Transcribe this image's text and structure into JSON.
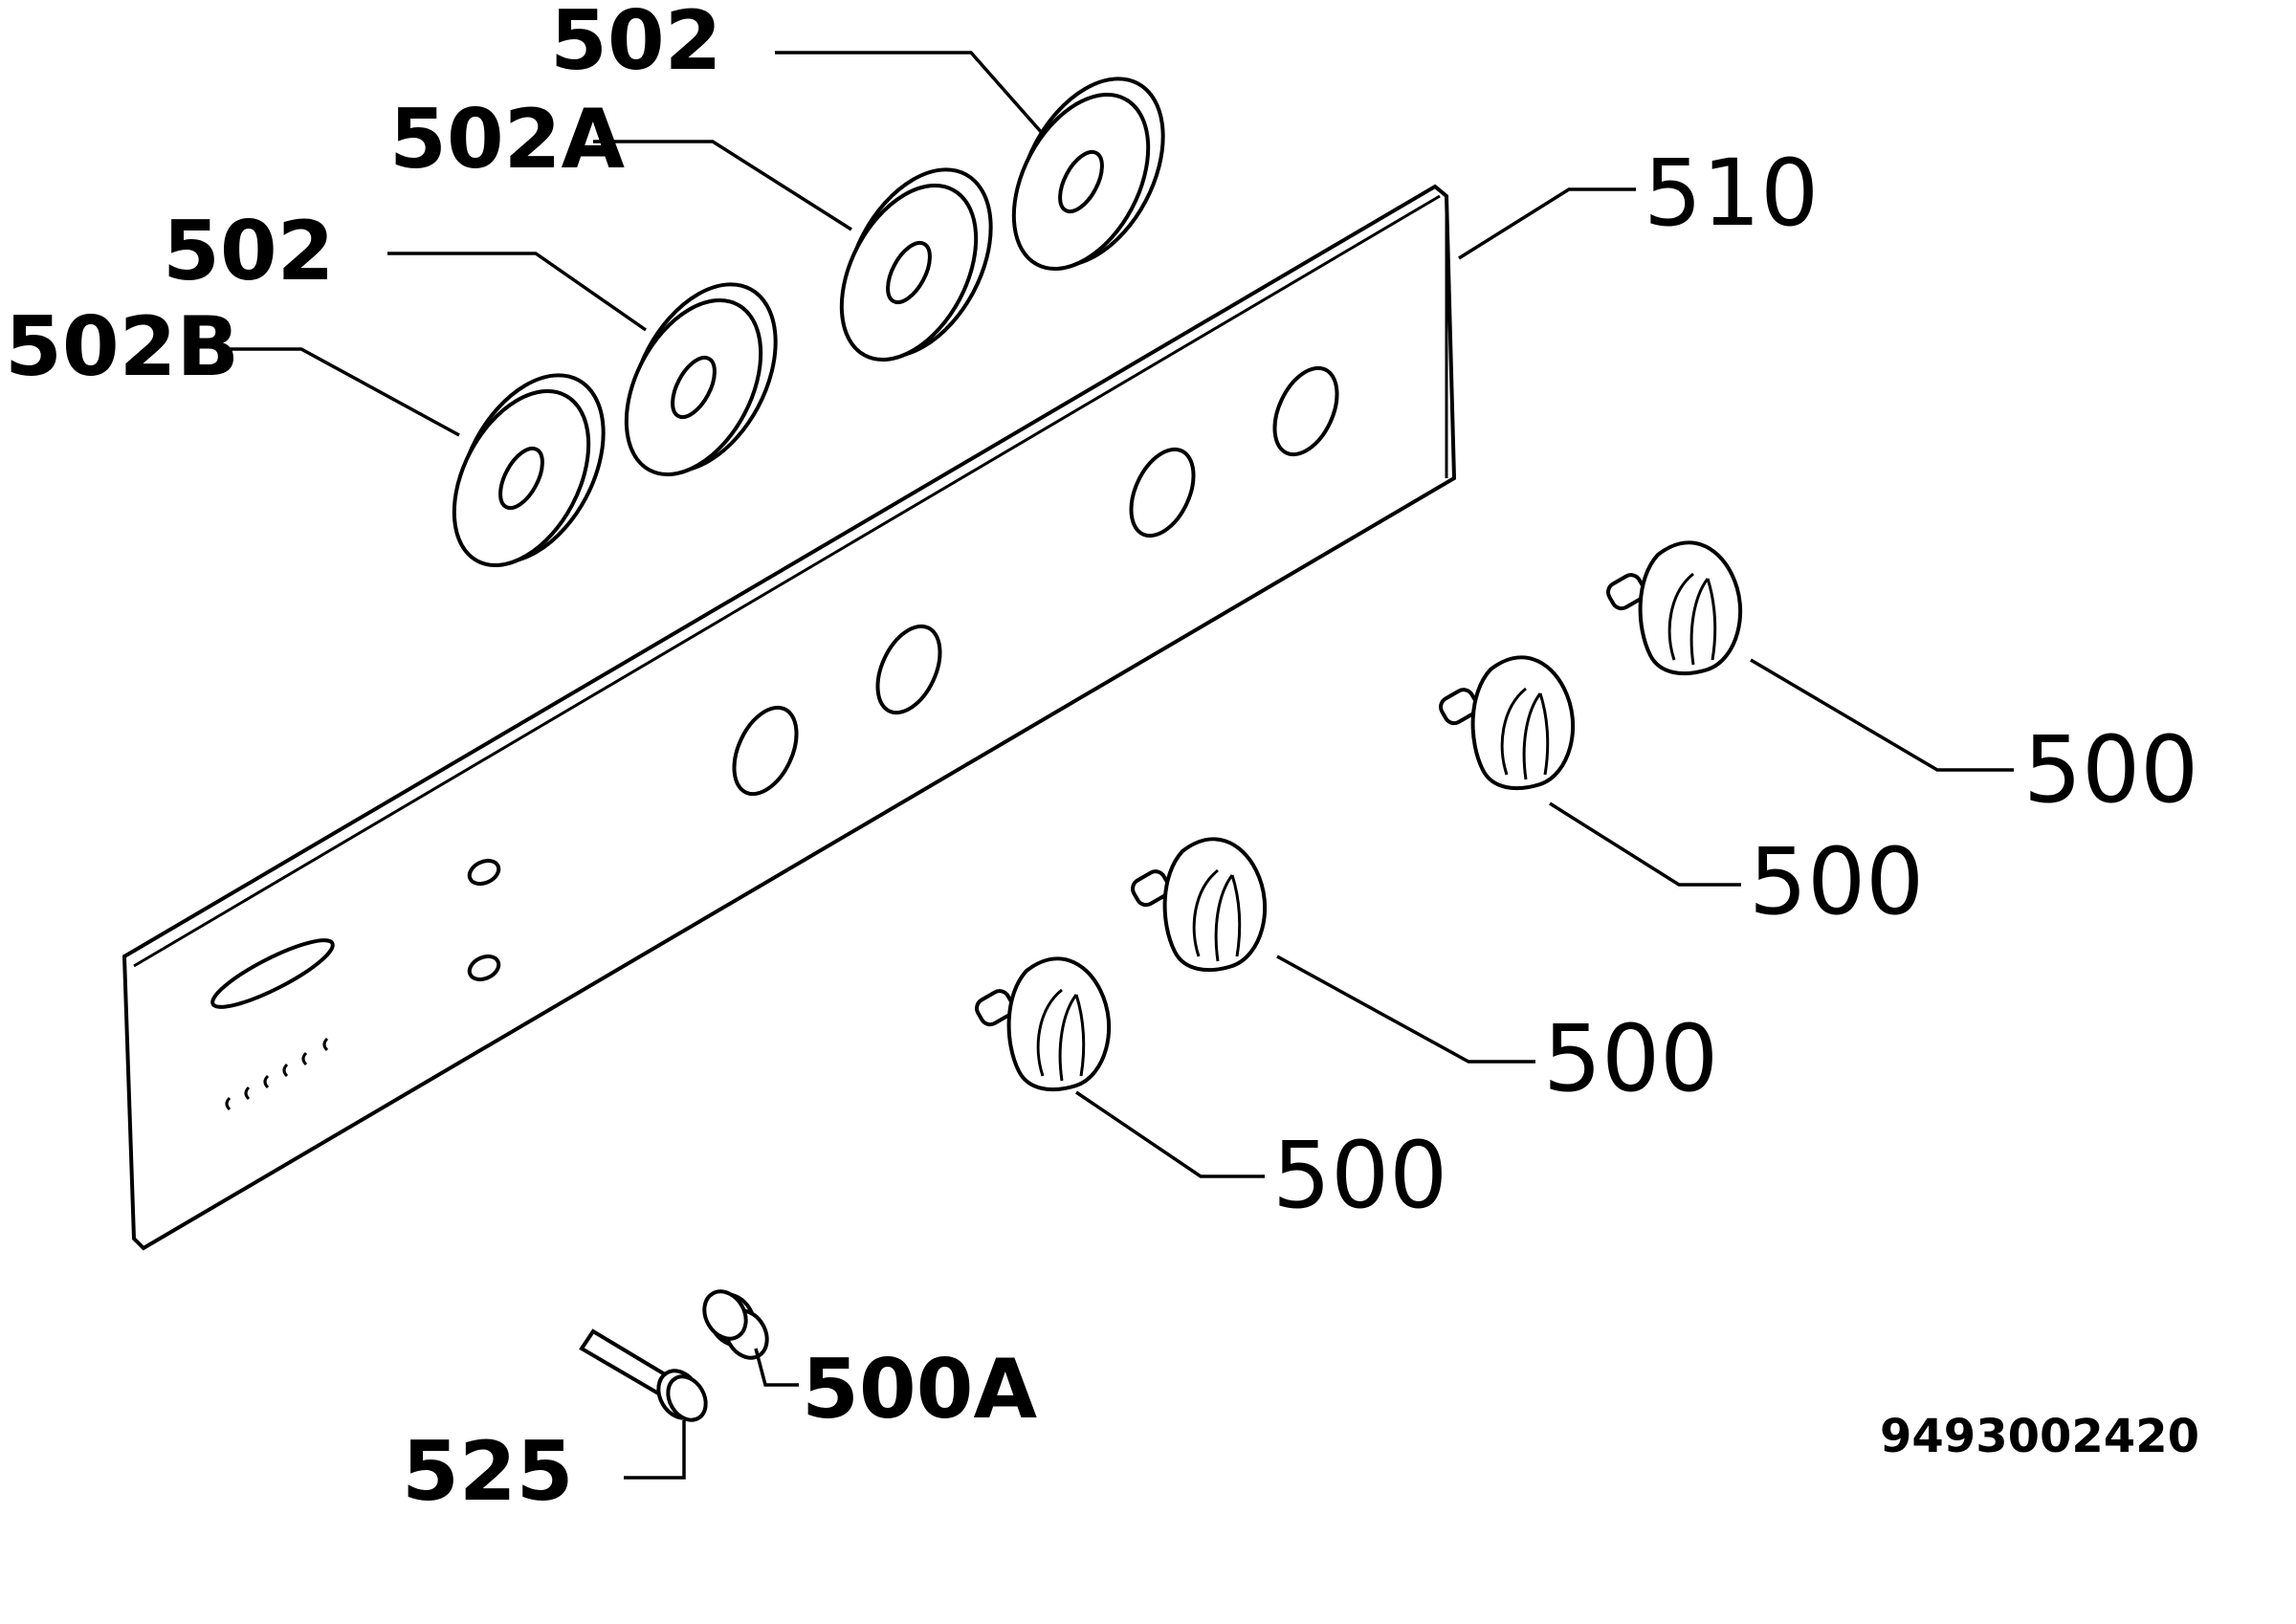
{
  "labels": {
    "washer_502_top": "502",
    "washer_502a": "502A",
    "washer_502_mid": "502",
    "washer_502b": "502B",
    "panel_510": "510",
    "knob_500_1": "500",
    "knob_500_2": "500",
    "knob_500_3": "500",
    "knob_500_4": "500",
    "spring_500a": "500A",
    "screw_525": "525"
  },
  "drawing_number": "9493002420"
}
